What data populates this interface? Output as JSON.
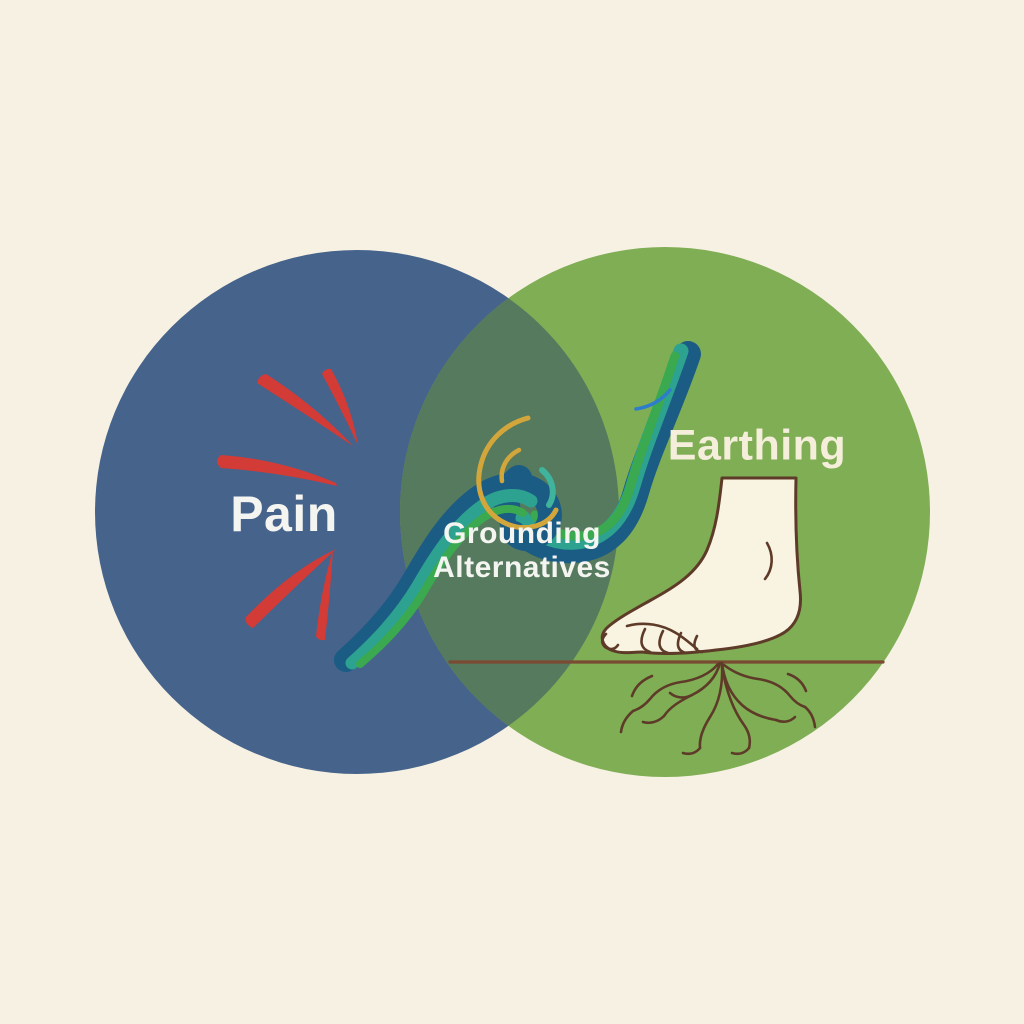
{
  "venn": {
    "left_circle": {
      "label": "Pain"
    },
    "right_circle": {
      "label": "Earthing"
    },
    "overlap": {
      "label_line1": "Grounding",
      "label_line2": "Alternatives"
    }
  },
  "colors": {
    "background": "#f6f1e3",
    "pain_circle": "#46638c",
    "earthing_circle": "#7fae55",
    "overlap_lens": "#567a5e",
    "pain_accent_red": "#d33b36",
    "swirl_navy": "#1b5c85",
    "swirl_blue": "#2e7ccc",
    "swirl_teal": "#2da290",
    "swirl_light_teal": "#3fb39c",
    "swirl_green": "#3aa94f",
    "swirl_gold": "#d3a63b",
    "foot_fill": "#f9f3e2",
    "outline_brown": "#5e3b28",
    "ground_line_brown": "#7b4a33",
    "label_white": "#f4f4f1",
    "label_cream": "#f4eedb"
  }
}
